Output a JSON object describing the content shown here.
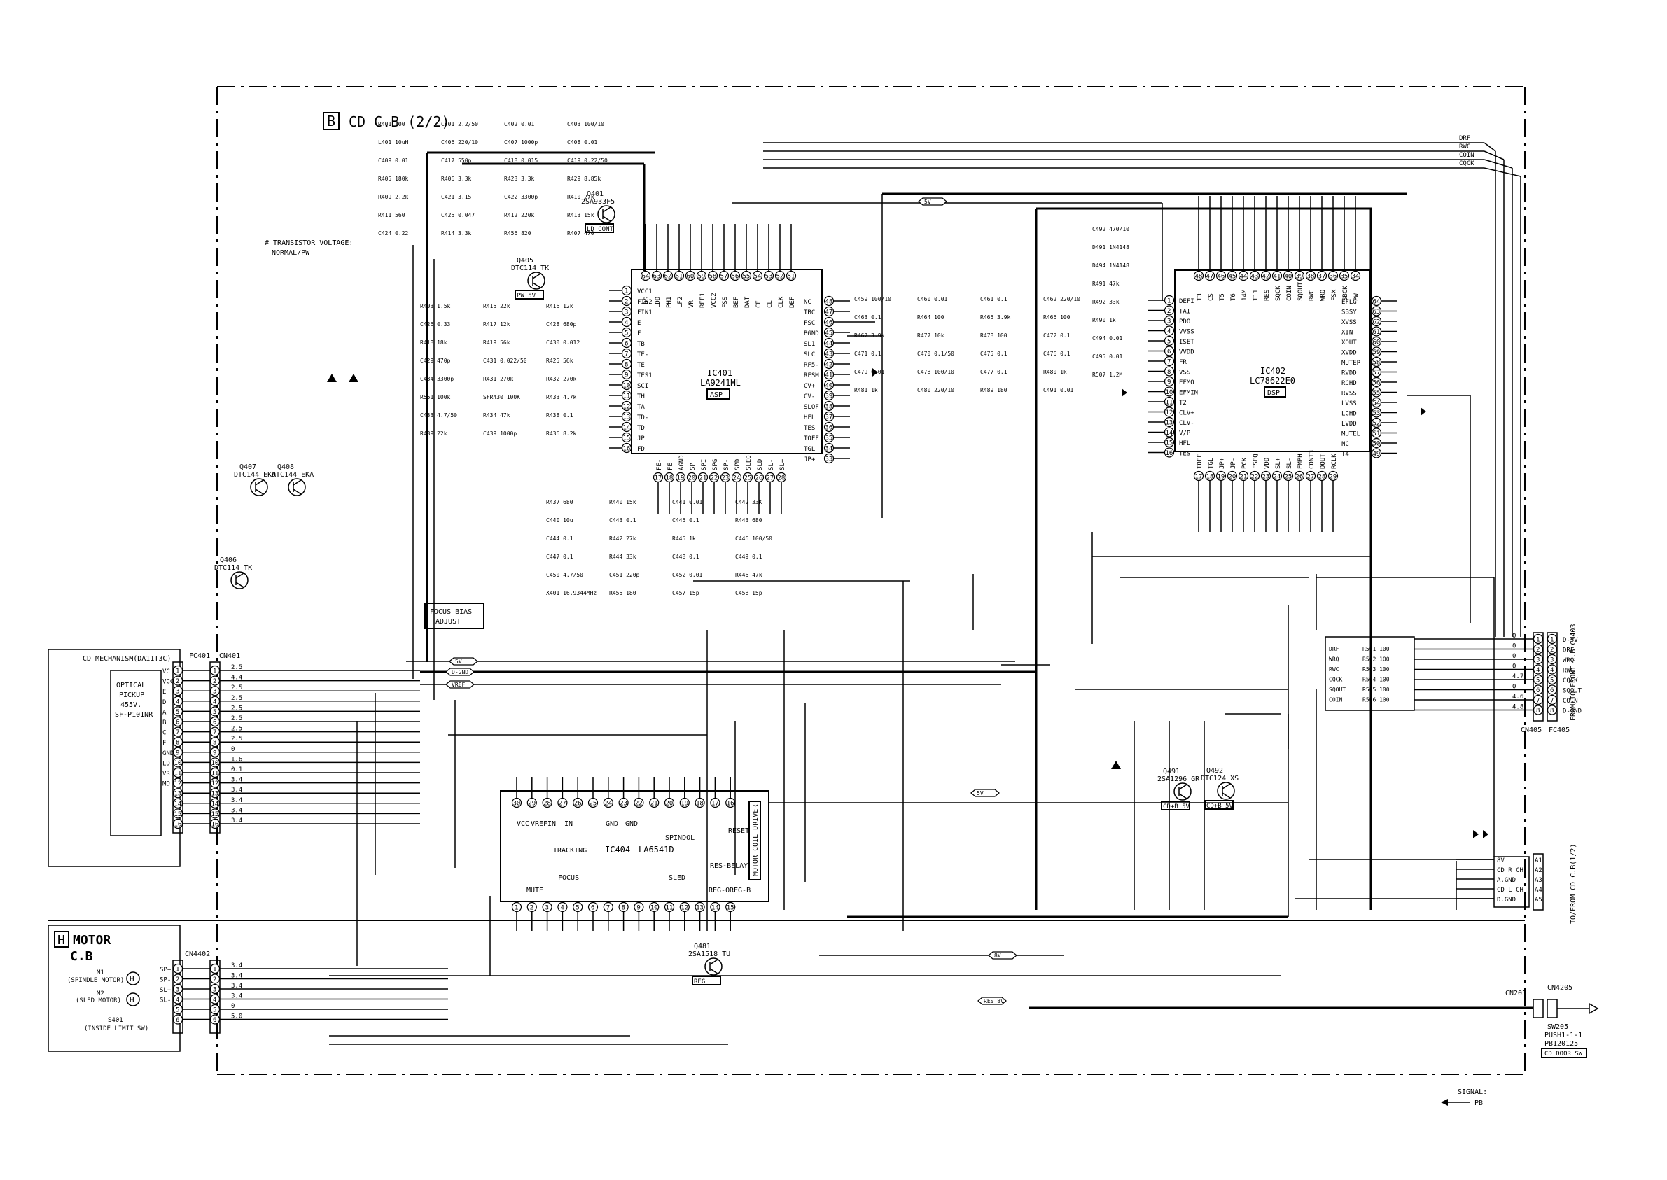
{
  "sheet": {
    "board_letter": "B",
    "title": "CD C.B  (2/2)",
    "motor_letter": "H",
    "motor_title_1": "MOTOR",
    "motor_title_2": "C.B",
    "transistor_note_1": "# TRANSISTOR VOLTAGE:",
    "transistor_note_2": "NORMAL/PW",
    "focus_bias_1": "FOCUS BIAS",
    "focus_bias_2": "ADJUST",
    "signal_label": "SIGNAL:",
    "pb_label": "PB",
    "to_from": "TO/FROM CD C.B(1/2)"
  },
  "ic401": {
    "ref": "IC401",
    "part": "LA9241ML",
    "tag": "ASP",
    "left_pins": [
      "VCC1",
      "FIN2",
      "FIN1",
      "E",
      "F",
      "TB",
      "TE-",
      "TE",
      "TES1",
      "SCI",
      "TH",
      "TA",
      "TD-",
      "TD",
      "JP",
      "FD"
    ],
    "right_pins": [
      "NC",
      "TBC",
      "FSC",
      "BGND",
      "SL1",
      "SLC",
      "RF5-",
      "RFSM",
      "CV+",
      "CV-",
      "SLOF",
      "HFL",
      "TES",
      "TOFF",
      "TGL",
      "JP+"
    ],
    "top_pins": [
      "LDS",
      "LDD",
      "PH1",
      "LF2",
      "VR",
      "REF1",
      "VCC2",
      "FSS",
      "BEF",
      "DAT",
      "CE",
      "CL",
      "CLK",
      "DEF"
    ],
    "bottom_pins": [
      "FE-",
      "FE",
      "AGND",
      "SP",
      "SPI",
      "SPG",
      "SP-",
      "SPD",
      "SLEO",
      "SLD",
      "SL-",
      "SL+"
    ]
  },
  "ic402": {
    "ref": "IC402",
    "part": "LC78622E0",
    "tag": "DSP",
    "left_pins": [
      "DEFI",
      "TAI",
      "PDO",
      "VVSS",
      "ISET",
      "VVDD",
      "FR",
      "VSS",
      "EFMO",
      "EFMIN",
      "T2",
      "CLV+",
      "CLV-",
      "V/P",
      "HFL",
      "TES"
    ],
    "right_pins": [
      "EFLG",
      "SBSY",
      "XVSS",
      "XIN",
      "XOUT",
      "XVDD",
      "MUTEP",
      "RVDD",
      "RCHD",
      "RVSS",
      "LVSS",
      "LCHD",
      "LVDD",
      "MUTEL",
      "NC",
      "T4"
    ],
    "top_pins": [
      "T3",
      "CS",
      "T5",
      "T6",
      "14M",
      "T11",
      "RES",
      "SQCK",
      "COIN",
      "SQOUT",
      "RWC",
      "WRQ",
      "FSX",
      "SBCK",
      "PW"
    ],
    "bottom_pins": [
      "TOFF",
      "TGL",
      "JP+",
      "JP-",
      "PCK",
      "FSEQ",
      "VDD",
      "SL+",
      "SL-",
      "EMPH",
      "CONT3",
      "DOUT",
      "RCLK"
    ]
  },
  "ic404": {
    "ref": "IC404",
    "part": "LA6541D",
    "top_pins": [
      "30",
      "29",
      "28",
      "27",
      "26",
      "25",
      "24",
      "23",
      "22",
      "21",
      "20",
      "19",
      "18",
      "17",
      "16"
    ],
    "bottom_pins": [
      "1",
      "2",
      "3",
      "4",
      "5",
      "6",
      "7",
      "8",
      "9",
      "10",
      "11",
      "12",
      "13",
      "14",
      "15"
    ],
    "labels": [
      "VCC",
      "VREF",
      "IN",
      "IN",
      "GND",
      "GND",
      "TRACKING",
      "SPINDOL",
      "RES-BELAY",
      "RESET",
      "FOCUS",
      "SLED",
      "MUTE",
      "REG-O",
      "REG-B",
      "MOTOR COIL DRIVER"
    ]
  },
  "cn401": {
    "mech_title": "CD MECHANISM(DA11T3C)",
    "pickup": [
      "OPTICAL",
      "PICKUP",
      "455V.",
      "SF-P101NR"
    ],
    "ref_fc": "FC401",
    "ref_cn": "CN401",
    "signals": [
      "VC",
      "VCC",
      "E",
      "D",
      "A",
      "B",
      "C",
      "F",
      "GND",
      "LD",
      "VR",
      "MD",
      "",
      "",
      "",
      ""
    ],
    "voltages": [
      "2.5",
      "4.4",
      "2.5",
      "2.5",
      "2.5",
      "2.5",
      "2.5",
      "2.5",
      "0",
      "1.6",
      "0.1",
      "3.4",
      "3.4",
      "3.4",
      "3.4",
      "3.4"
    ]
  },
  "cn405": {
    "ref": "CN405",
    "ref_fc": "FC405",
    "side_label": "FROM/TO FRONT C.B CN403",
    "signals": [
      "D-5V",
      "DRF",
      "WRQ",
      "RWC",
      "CQCK",
      "SQOUT",
      "COIN",
      "D-GND"
    ],
    "voltages": [
      "0",
      "0",
      "0",
      "0",
      "4.7",
      "0",
      "4.6",
      "4.8"
    ],
    "resistors": [
      "R501 100",
      "R502 100",
      "R503 100",
      "R504 100",
      "R505 100",
      "R506 100"
    ]
  },
  "cn4402": {
    "ref": "CN4402",
    "signals": [
      "SP+",
      "SP-",
      "SL+",
      "SL-",
      "",
      ""
    ],
    "voltages": [
      "3.4",
      "3.4",
      "3.4",
      "3.4",
      "0",
      "5.0"
    ],
    "m1": [
      "M1",
      "(SPINDLE MOTOR)"
    ],
    "m2": [
      "M2",
      "(SLED MOTOR)"
    ],
    "sw": [
      "S401",
      "(INSIDE LIMIT SW)"
    ]
  },
  "cn_a": {
    "signals": [
      "8V",
      "CD R CH",
      "A.GND",
      "CD L CH",
      "D.GND"
    ],
    "pins": [
      "A1",
      "A2",
      "A3",
      "A4",
      "A5"
    ]
  },
  "cn205": {
    "ref": "CN205",
    "ref2": "CN4205",
    "sw": [
      "SW205",
      "PUSH1-1-1",
      "PB120125",
      "CD DOOR SW"
    ]
  },
  "transistors": [
    {
      "ref": "Q401",
      "part": "2SA933F5",
      "tag": "LD CONT"
    },
    {
      "ref": "Q405",
      "part": "DTC114 TK",
      "tag": "PW 5V"
    },
    {
      "ref": "Q408",
      "part": "DTC144 EKA"
    },
    {
      "ref": "Q407",
      "part": "DTC144 EKA"
    },
    {
      "ref": "Q406",
      "part": "DTC114 TK"
    },
    {
      "ref": "Q491",
      "part": "2SA1296 GR",
      "tag": "CD+B 5V"
    },
    {
      "ref": "Q492",
      "part": "DTC124 XS",
      "tag": "CD+B 5V"
    },
    {
      "ref": "Q481",
      "part": "2SA1518 TU",
      "tag": "REG"
    }
  ],
  "top_signals": [
    "DRF",
    "RWC",
    "COIN",
    "CQCK"
  ],
  "nets": [
    "5V",
    "D-GND",
    "VREF",
    "8V",
    "RES 8V",
    "5V"
  ],
  "components": [
    "R401 100",
    "C401 2.2/50",
    "C402 0.01",
    "C403 100/10",
    "L401 10uH",
    "C406 220/10",
    "C407 1000p",
    "C408 0.01",
    "C409 0.01",
    "C417 550p",
    "C418 0.015",
    "C419 0.22/50",
    "R405 180k",
    "R406 3.3k",
    "R423 3.3k",
    "R429 8.85k",
    "R409 2.2k",
    "C421 3.15",
    "C422 3300p",
    "R410 27k",
    "R411 560",
    "C425 0.047",
    "R412 220k",
    "R413 15k",
    "C424 0.22",
    "R414 3.3k",
    "R456 820",
    "R407 470",
    "R403 1.5k",
    "R415 22k",
    "R416 12k",
    "C426 0.33",
    "R417 12k",
    "C428 680p",
    "R418 18k",
    "R419 56k",
    "C430 0.012",
    "C429 470p",
    "C431 0.022/50",
    "R425 56k",
    "C434 3300p",
    "R431 270k",
    "R432 270k",
    "R551 100k",
    "SFR430 100K",
    "R433 4.7k",
    "C433 4.7/50",
    "R434 47k",
    "R438 0.1",
    "R439 22k",
    "C439 1000p",
    "R436 8.2k",
    "R437 680",
    "R440 15k",
    "C441 0.01",
    "C442 33K",
    "C440 10u",
    "C443 0.1",
    "C445 0.1",
    "R443 680",
    "C444 0.1",
    "R442 27k",
    "R445 1k",
    "C446 100/50",
    "C447 0.1",
    "R444 33k",
    "C448 0.1",
    "C449 0.1",
    "C450 4.7/50",
    "C451 220p",
    "C452 0.01",
    "R446 47k",
    "X401 16.9344MHz",
    "R455 180",
    "C457 15p",
    "C458 15p",
    "C459 100/10",
    "C460 0.01",
    "C461 0.1",
    "C462 220/10",
    "C463 0.1",
    "R464 100",
    "R465 3.9k",
    "R466 100",
    "R467 3.9k",
    "R477 10k",
    "R478 100",
    "C472 0.1",
    "C471 0.1",
    "C470 0.1/50",
    "C475 0.1",
    "C476 0.1",
    "C479 0.01",
    "C478 100/10",
    "C477 0.1",
    "R480 1k",
    "R481 1k",
    "C480 220/10",
    "R489 180",
    "C491 0.01",
    "C492 470/10",
    "D491 1N4148",
    "D494 1N4148",
    "R491 47k",
    "R492 33k",
    "R490 1k",
    "C494 0.01",
    "C495 0.01",
    "R507 1.2M"
  ]
}
